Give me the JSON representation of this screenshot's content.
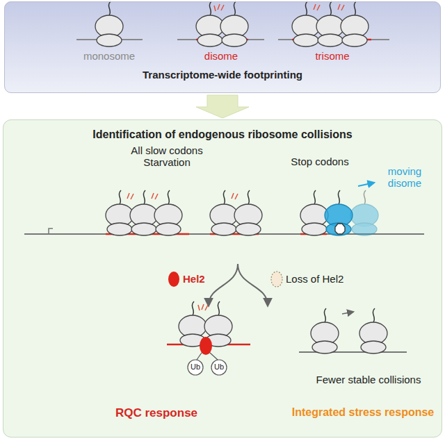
{
  "diagram": {
    "nodes": [
      {
        "text": [
          "Transcriptome-wide footprinting"
        ]
      },
      {
        "text": [
          "Identification of endogenous ribosome collisions"
        ]
      }
    ],
    "edges": [
      {
        "from": 0,
        "to": 1,
        "arrow": "to"
      }
    ],
    "labels": [
      "monosome",
      "disome",
      "trisome",
      "All slow codons Starvation",
      "Stop codons",
      "moving disome",
      "Hel2",
      "Loss of Hel2",
      "Ub",
      "Ub",
      "Fewer stable collisions",
      "RQC response",
      "Integrated stress response"
    ]
  }
}
